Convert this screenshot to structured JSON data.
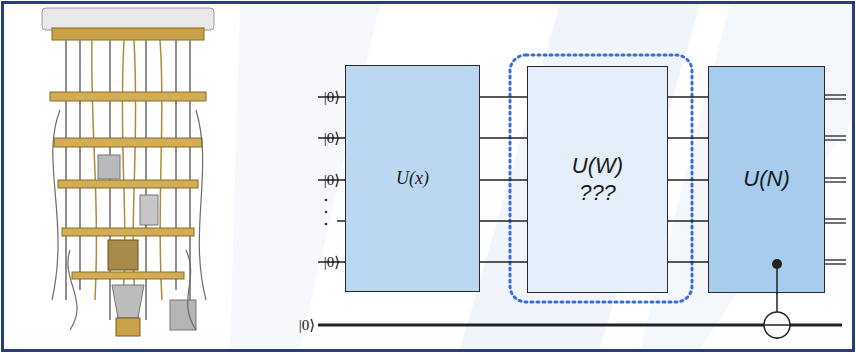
{
  "diagram": {
    "nodes": [
      {
        "text": [
          "U(x)"
        ]
      },
      {
        "text": [
          "U(W)",
          "???"
        ]
      },
      {
        "text": [
          "U(N)"
        ]
      }
    ],
    "edges": [
      {
        "from": 0,
        "to": 1,
        "arrow": "none"
      },
      {
        "from": 0,
        "to": 1,
        "arrow": "none"
      },
      {
        "from": 0,
        "to": 1,
        "arrow": "none"
      },
      {
        "from": 0,
        "to": 1,
        "arrow": "none"
      },
      {
        "from": 0,
        "to": 1,
        "arrow": "none"
      },
      {
        "from": 1,
        "to": 2,
        "arrow": "none"
      },
      {
        "from": 1,
        "to": 2,
        "arrow": "none"
      },
      {
        "from": 1,
        "to": 2,
        "arrow": "none"
      },
      {
        "from": 1,
        "to": 2,
        "arrow": "none"
      },
      {
        "from": 1,
        "to": 2,
        "arrow": "none"
      }
    ],
    "labels": [
      "|0⟩",
      "|0⟩",
      "|0⟩",
      "|0⟩",
      "|0⟩"
    ]
  }
}
